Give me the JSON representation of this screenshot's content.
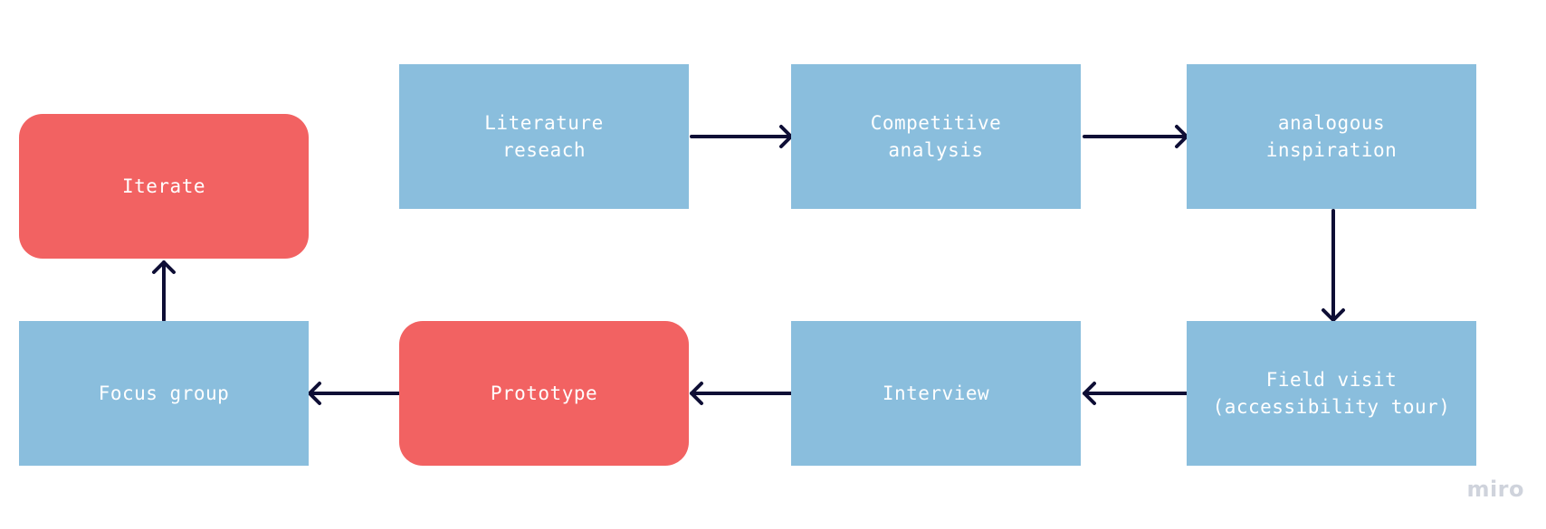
{
  "nodes": {
    "literature": "Literature\nreseach",
    "competitive": "Competitive\nanalysis",
    "analogous": "analogous\ninspiration",
    "field_visit": "Field visit\n(accessibility tour)",
    "interview": "Interview",
    "prototype": "Prototype",
    "focus_group": "Focus group",
    "iterate": "Iterate"
  },
  "edges": [
    {
      "from": "literature",
      "to": "competitive"
    },
    {
      "from": "competitive",
      "to": "analogous"
    },
    {
      "from": "analogous",
      "to": "field_visit"
    },
    {
      "from": "field_visit",
      "to": "interview"
    },
    {
      "from": "interview",
      "to": "prototype"
    },
    {
      "from": "prototype",
      "to": "focus_group"
    },
    {
      "from": "focus_group",
      "to": "iterate"
    }
  ],
  "colors": {
    "step": "#8ABEDD",
    "highlight": "#F26262",
    "arrow": "#0E0E35",
    "label": "#FFFFFF"
  },
  "watermark": "miro"
}
